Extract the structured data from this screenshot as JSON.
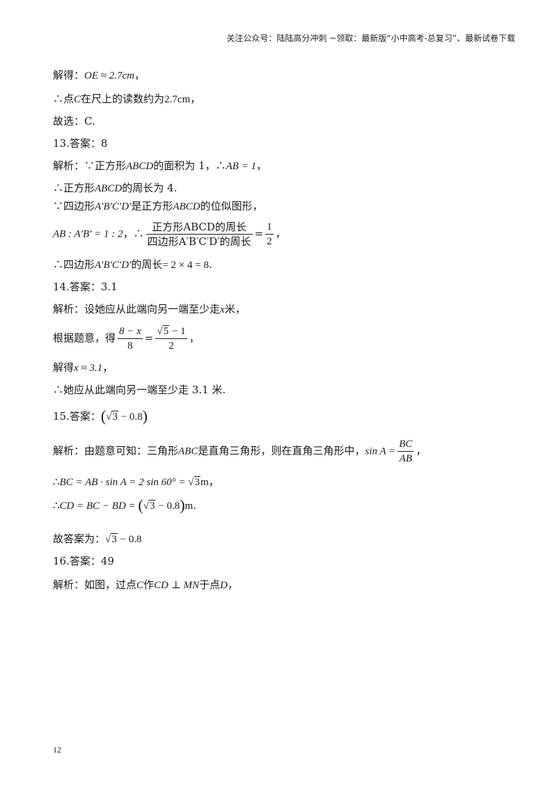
{
  "header": {
    "text": "关注公众号：陆陆高分冲刺 ~领取：最新版“小中高考-总复习”、最新试卷下载"
  },
  "lines": {
    "l1": {
      "prefix": "解得：",
      "math": "OE ≈ 2.7cm",
      "suffix": "，"
    },
    "l2": {
      "a": "∴点",
      "b": "C",
      "c": "在尺上的读数约为",
      "d": "2.7cm",
      "e": "，"
    },
    "l3": {
      "text": "故选：C."
    },
    "l4": {
      "text": "13.答案：8"
    },
    "l5": {
      "a": "解析：∵正方形",
      "b": "ABCD",
      "c": "的面积为 1，∴",
      "d": "AB = 1",
      "e": "，"
    },
    "l6": {
      "a": "∴正方形",
      "b": "ABCD",
      "c": "的周长为 4."
    },
    "l7": {
      "a": "∵四边形",
      "b": "A′B′C′D′",
      "c": "是正方形",
      "d": "ABCD",
      "e": "的位似图形，"
    },
    "l8": {
      "a": "AB : A′B′ = 1 : 2",
      "b": "，∴",
      "num": "正方形ABCD的周长",
      "den": "四边形A′B′C′D′的周长",
      "eq": "=",
      "fnum": "1",
      "fden": "2",
      "c": "，"
    },
    "l9": {
      "a": "∴四边形",
      "b": "A′B′C′D′",
      "c": "的周长",
      "d": "= 2 × 4 = 8",
      "e": "."
    },
    "l10": {
      "text": "14.答案：3.1"
    },
    "l11": {
      "a": "解析：设她应从此端向另一端至少走",
      "b": "x",
      "c": "米，"
    },
    "l12": {
      "a": "根据题意，得",
      "num": "8 − x",
      "den": "8",
      "eq": "=",
      "rnum_rad": "5",
      "rnum_tail": " − 1",
      "rden": "2",
      "c": "，"
    },
    "l13": {
      "a": "解得",
      "b": "x ≈ 3.1",
      "c": "，"
    },
    "l14": {
      "text": "∴她应从此端向另一端至少走 3.1 米."
    },
    "l15": {
      "a": "15.答案：",
      "rad": "3",
      "tail": " − 0.8"
    },
    "l16": {
      "a": "解析：由题意可知：三角形",
      "b": "ABC",
      "c": "是直角三角形，则在直角三角形中，",
      "d": "sin A =",
      "num": "BC",
      "den": "AB",
      "e": "，"
    },
    "l17": {
      "a": "∴",
      "b": "BC = AB · sin A = 2 sin 60° = ",
      "rad": "3",
      "c": "m",
      "d": "，"
    },
    "l18": {
      "a": "∴",
      "b": "CD = BC − BD = ",
      "rad": "3",
      "tail": " − 0.8",
      "c": "m",
      "d": "."
    },
    "l19": {
      "a": "故答案为：",
      "rad": "3",
      "tail": " − 0.8"
    },
    "l20": {
      "text": "16.答案：49"
    },
    "l21": {
      "a": "解析：如图，过点",
      "b": "C",
      "c": "作",
      "d": "CD ⊥ MN",
      "e": "于点",
      "f": "D",
      "g": "，"
    }
  },
  "page_number": "12"
}
